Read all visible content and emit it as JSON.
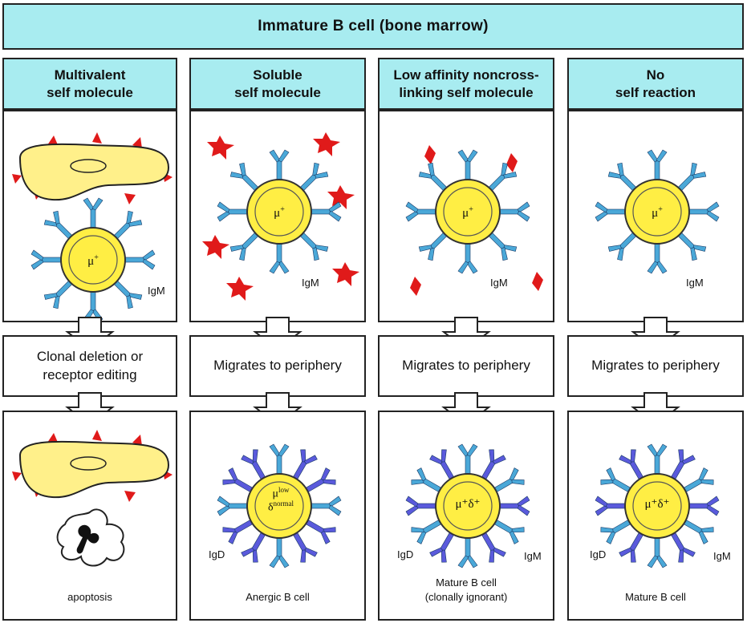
{
  "title": "Immature B cell (bone marrow)",
  "columns": [
    {
      "header_line1": "Multivalent",
      "header_line2": "self molecule",
      "top_receptor_label": "IgM",
      "top_cell_label": "μ",
      "top_cell_sup": "+",
      "mid_line1": "Clonal deletion or",
      "mid_line2": "receptor editing",
      "bottom_line1": "apoptosis",
      "bottom_line2": ""
    },
    {
      "header_line1": "Soluble",
      "header_line2": "self molecule",
      "top_receptor_label": "IgM",
      "top_cell_label": "μ",
      "top_cell_sup": "+",
      "mid_line1": "Migrates to periphery",
      "mid_line2": "",
      "bottom_cell_label1": "μ",
      "bottom_cell_sup1": "low",
      "bottom_cell_label2": "δ",
      "bottom_cell_sup2": "normal",
      "bottom_receptor_label_left": "IgD",
      "bottom_line1": "Anergic B cell",
      "bottom_line2": ""
    },
    {
      "header_line1": "Low affinity noncross-",
      "header_line2": "linking self molecule",
      "top_receptor_label": "IgM",
      "top_cell_label": "μ",
      "top_cell_sup": "+",
      "mid_line1": "Migrates to periphery",
      "mid_line2": "",
      "bottom_cell_label": "μ⁺δ⁺",
      "bottom_receptor_label_left": "IgD",
      "bottom_receptor_label_right": "IgM",
      "bottom_line1": "Mature B cell",
      "bottom_line2": "(clonally ignorant)"
    },
    {
      "header_line1": "No",
      "header_line2": "self reaction",
      "top_receptor_label": "IgM",
      "top_cell_label": "μ",
      "top_cell_sup": "+",
      "mid_line1": "Migrates to periphery",
      "mid_line2": "",
      "bottom_cell_label": "μ⁺δ⁺",
      "bottom_receptor_label_left": "IgD",
      "bottom_receptor_label_right": "IgM",
      "bottom_line1": "Mature B cell",
      "bottom_line2": ""
    }
  ],
  "colors": {
    "header_bg": "#a8ecf0",
    "cell_yellow": "#ffee44",
    "igm_blue": "#4aa8d8",
    "igd_purple": "#5a5adc",
    "antigen_red": "#e01a1a",
    "stromal_yellow": "#fff08a"
  }
}
